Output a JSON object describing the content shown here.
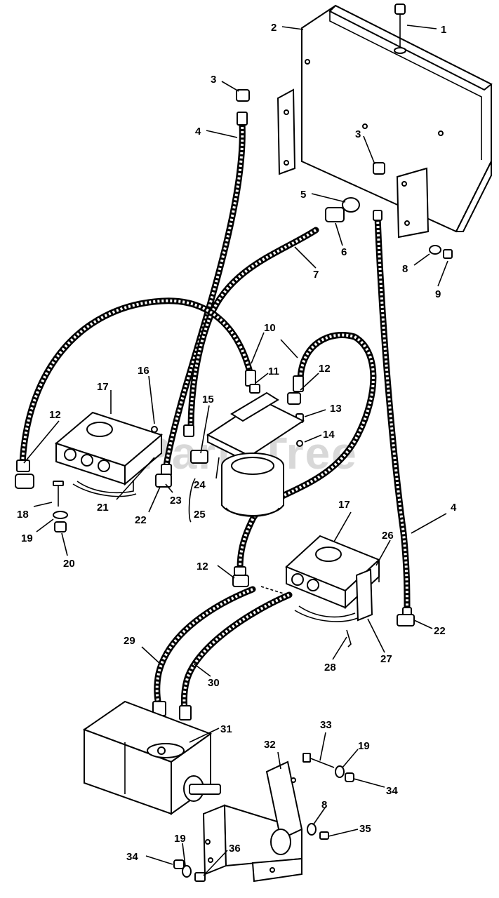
{
  "watermark": "PartsTree",
  "callouts": [
    "1",
    "2",
    "3",
    "3",
    "4",
    "5",
    "6",
    "7",
    "8",
    "9",
    "10",
    "11",
    "12",
    "13",
    "14",
    "15",
    "16",
    "17",
    "12",
    "18",
    "19",
    "20",
    "21",
    "22",
    "23",
    "24",
    "25",
    "17",
    "26",
    "12",
    "4",
    "22",
    "27",
    "28",
    "29",
    "30",
    "31",
    "32",
    "33",
    "19",
    "34",
    "8",
    "35",
    "19",
    "34",
    "36"
  ]
}
